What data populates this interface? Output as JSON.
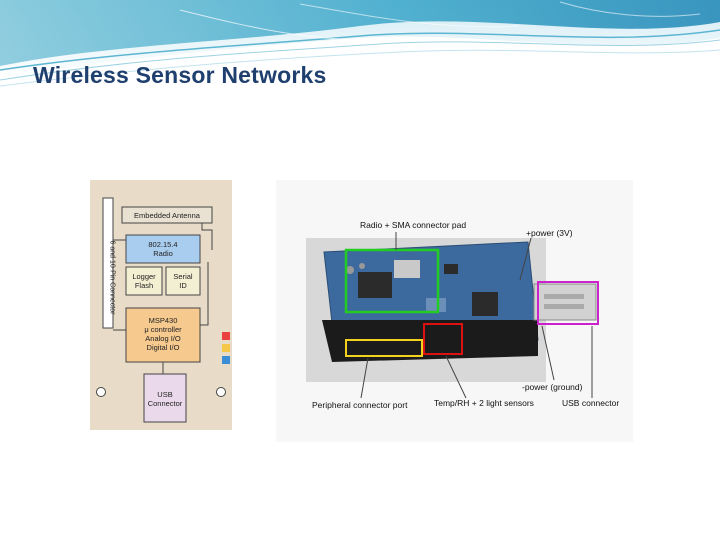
{
  "slide": {
    "title": "Wireless Sensor Networks"
  },
  "block_diagram": {
    "side_label": "6 and 10-Pin Connector",
    "antenna": "Embedded Antenna",
    "radio_line1": "802.15.4",
    "radio_line2": "Radio",
    "logger_line1": "Logger",
    "logger_line2": "Flash",
    "serial_line1": "Serial",
    "serial_line2": "ID",
    "mcu_line1": "MSP430",
    "mcu_line2": "μ controller",
    "mcu_line3": "Analog I/O",
    "mcu_line4": "Digital I/O",
    "usb_line1": "USB",
    "usb_line2": "Connector"
  },
  "board_photo": {
    "callouts": {
      "radio": "Radio + SMA connector pad",
      "power_plus": "+power (3V)",
      "power_ground": "-power (ground)",
      "peripheral": "Peripheral connector port",
      "temp": "Temp/RH + 2 light sensors",
      "usb": "USB connector"
    }
  },
  "colors": {
    "title": "#1f3f6e",
    "diagram_bg": "#e8dcc8",
    "radio_block": "#a9cdee",
    "mcu_block": "#f6c98f",
    "usb_block": "#ead9ea",
    "logger_block": "#f2efd2",
    "board": "#3d6a9e",
    "highlight_green": "#22cc22",
    "highlight_red": "#dd1111",
    "highlight_yellow": "#f2d21c",
    "highlight_magenta": "#cc22cc"
  }
}
